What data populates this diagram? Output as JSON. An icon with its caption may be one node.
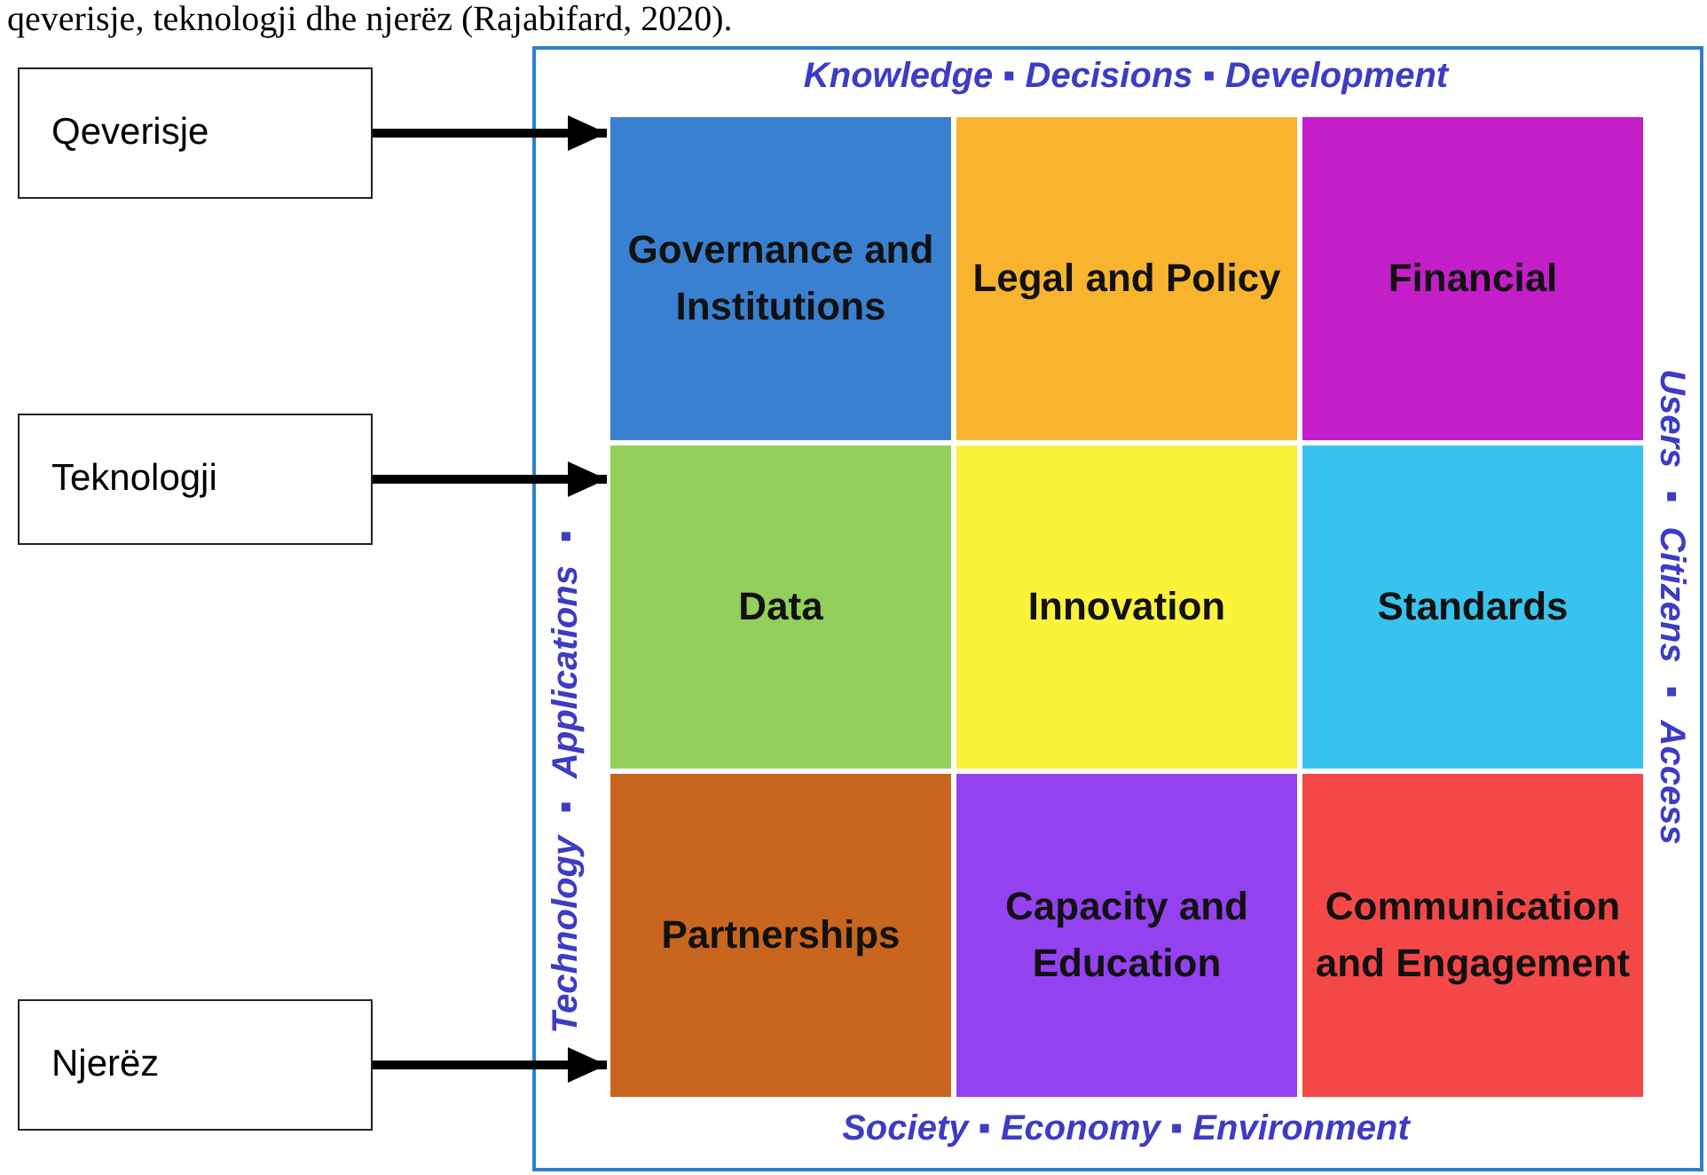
{
  "diagram": {
    "nodes": [
      {
        "text": [
          "Knowledge ▪ Decisions ▪ Development",
          "Users ▪ Citizens ▪ Access",
          "Society ▪ Economy ▪ Environment",
          "Technology ▪ Applications ▪"
        ]
      },
      {
        "text": [
          "Governance and Institutions"
        ],
        "in": 0
      },
      {
        "text": [
          "Legal and Policy"
        ],
        "in": 0
      },
      {
        "text": [
          "Financial"
        ],
        "in": 0
      },
      {
        "text": [
          "Data"
        ],
        "in": 0
      },
      {
        "text": [
          "Innovation"
        ],
        "in": 0
      },
      {
        "text": [
          "Standards"
        ],
        "in": 0
      },
      {
        "text": [
          "Partnerships"
        ],
        "in": 0
      },
      {
        "text": [
          "Capacity and Education"
        ],
        "in": 0
      },
      {
        "text": [
          "Communication and Engagement"
        ],
        "in": 0
      },
      {
        "text": [
          "Qeverisje"
        ]
      },
      {
        "text": [
          "Teknologji"
        ]
      },
      {
        "text": [
          "Njerëz"
        ]
      }
    ],
    "edges": [
      {
        "from": 10,
        "to": 1,
        "arrow": "to"
      },
      {
        "from": 11,
        "to": 4,
        "arrow": "to"
      },
      {
        "from": 12,
        "to": 7,
        "arrow": "to"
      }
    ],
    "labels": [
      "qeverisje, teknologji dhe njerëz (Rajabifard, 2020)."
    ]
  }
}
